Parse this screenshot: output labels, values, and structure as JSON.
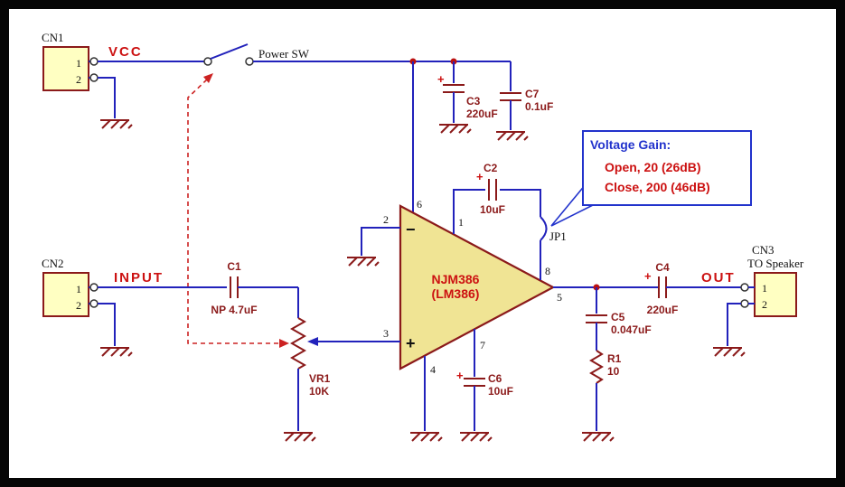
{
  "colors": {
    "background": "#000000",
    "sheet": "#ffffff",
    "wire": "#2222bb",
    "component": "#8b1a1a",
    "net_label": "#cc1111",
    "callout_blue": "#2233cc",
    "connector_fill": "#ffffc2",
    "opamp_fill": "#f0e494"
  },
  "connectors": {
    "cn1": {
      "label": "CN1",
      "pin1": "1",
      "pin2": "2"
    },
    "cn2": {
      "label": "CN2",
      "pin1": "1",
      "pin2": "2"
    },
    "cn3": {
      "label": "CN3",
      "sublabel": "TO Speaker",
      "pin1": "1",
      "pin2": "2"
    }
  },
  "nets": {
    "vcc": "VCC",
    "input": "INPUT",
    "out": "OUT"
  },
  "power_switch": {
    "label": "Power SW"
  },
  "opamp": {
    "line1": "NJM386",
    "line2": "(LM386)",
    "minus": "−",
    "plus": "+",
    "pin1": "1",
    "pin2": "2",
    "pin3": "3",
    "pin4": "4",
    "pin5": "5",
    "pin6": "6",
    "pin7": "7",
    "pin8": "8"
  },
  "components": {
    "c1": {
      "ref": "C1",
      "value": "NP 4.7uF"
    },
    "c2": {
      "ref": "C2",
      "value": "10uF",
      "polarity": "+"
    },
    "c3": {
      "ref": "C3",
      "value": "220uF",
      "polarity": "+"
    },
    "c4": {
      "ref": "C4",
      "value": "220uF",
      "polarity": "+"
    },
    "c5": {
      "ref": "C5",
      "value": "0.047uF"
    },
    "c6": {
      "ref": "C6",
      "value": "10uF",
      "polarity": "+"
    },
    "c7": {
      "ref": "C7",
      "value": "0.1uF"
    },
    "r1": {
      "ref": "R1",
      "value": "10"
    },
    "vr1": {
      "ref": "VR1",
      "value": "10K"
    },
    "jp1": {
      "ref": "JP1"
    }
  },
  "callout": {
    "title": "Voltage Gain:",
    "open_line": "Open, 20 (26dB)",
    "close_line": "Close, 200 (46dB)"
  }
}
